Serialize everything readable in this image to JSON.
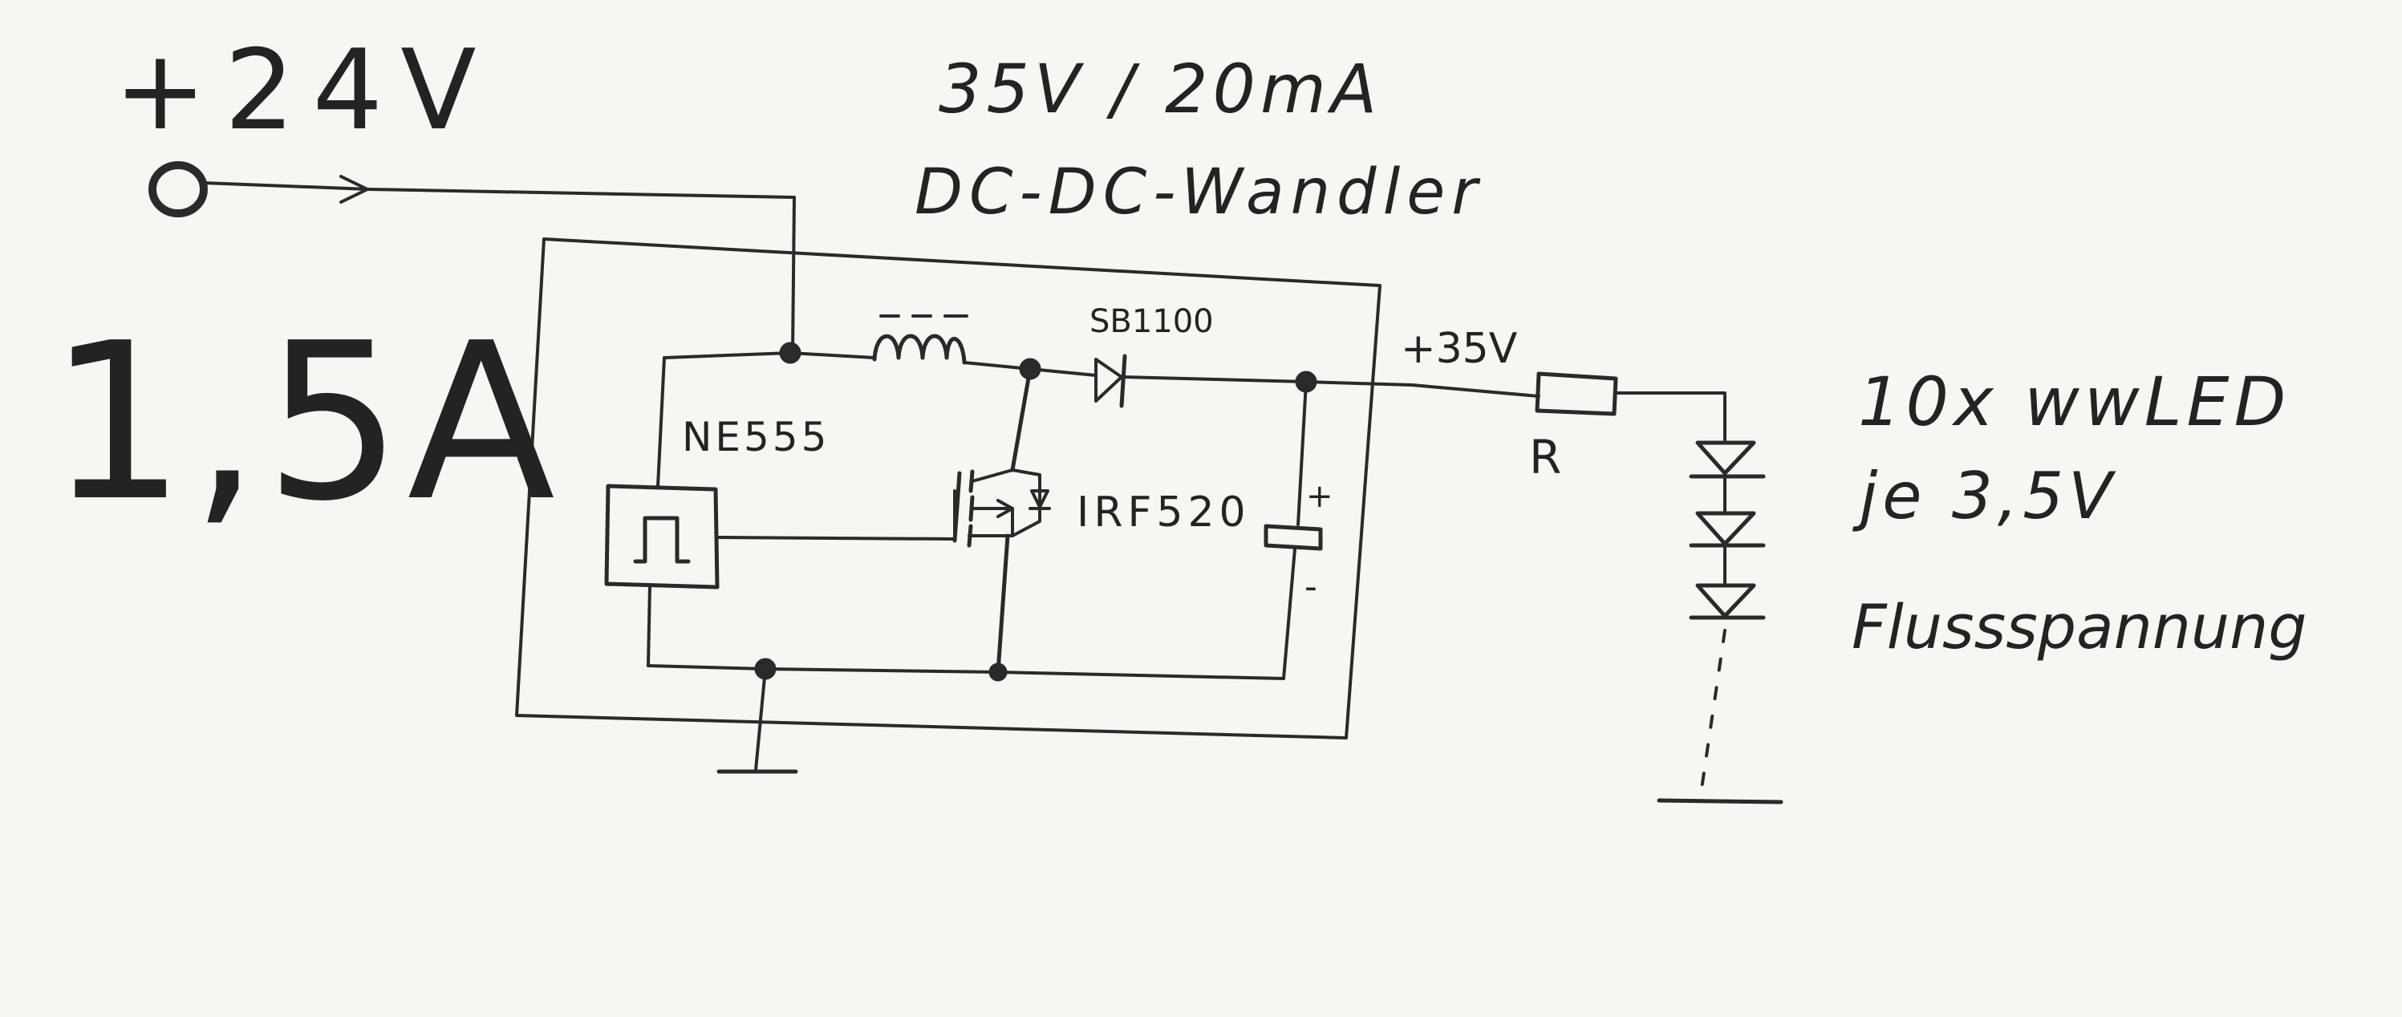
{
  "supply": {
    "voltage": "+24V",
    "current": "1,5A"
  },
  "converter": {
    "rating": "35V / 20mA",
    "title": "DC-DC-Wandler"
  },
  "components": {
    "timer": "NE555",
    "diode": "SB1100",
    "mosfet": "IRF520",
    "capacitor_plus": "+",
    "capacitor_minus": "-",
    "output_voltage": "+35V",
    "resistor": "R"
  },
  "load": {
    "line1": "10x wwLED",
    "line2": "je 3,5V",
    "line3": "Flussspannung"
  }
}
